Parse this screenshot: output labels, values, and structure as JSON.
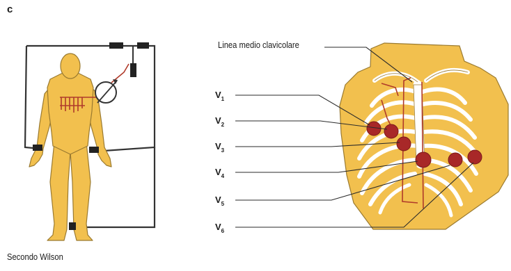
{
  "panel_letter": "c",
  "caption": "Secondo Wilson",
  "clavicle_label": "Linea medio clavicolare",
  "leads": [
    {
      "letter": "V",
      "num": "1"
    },
    {
      "letter": "V",
      "num": "2"
    },
    {
      "letter": "V",
      "num": "3"
    },
    {
      "letter": "V",
      "num": "4"
    },
    {
      "letter": "V",
      "num": "5"
    },
    {
      "letter": "V",
      "num": "6"
    }
  ],
  "colors": {
    "skin": "#f2c04e",
    "skin_outline": "#9a7a30",
    "electrode": "#a82828",
    "wire": "#333333",
    "red_wire": "#b03a2a"
  }
}
